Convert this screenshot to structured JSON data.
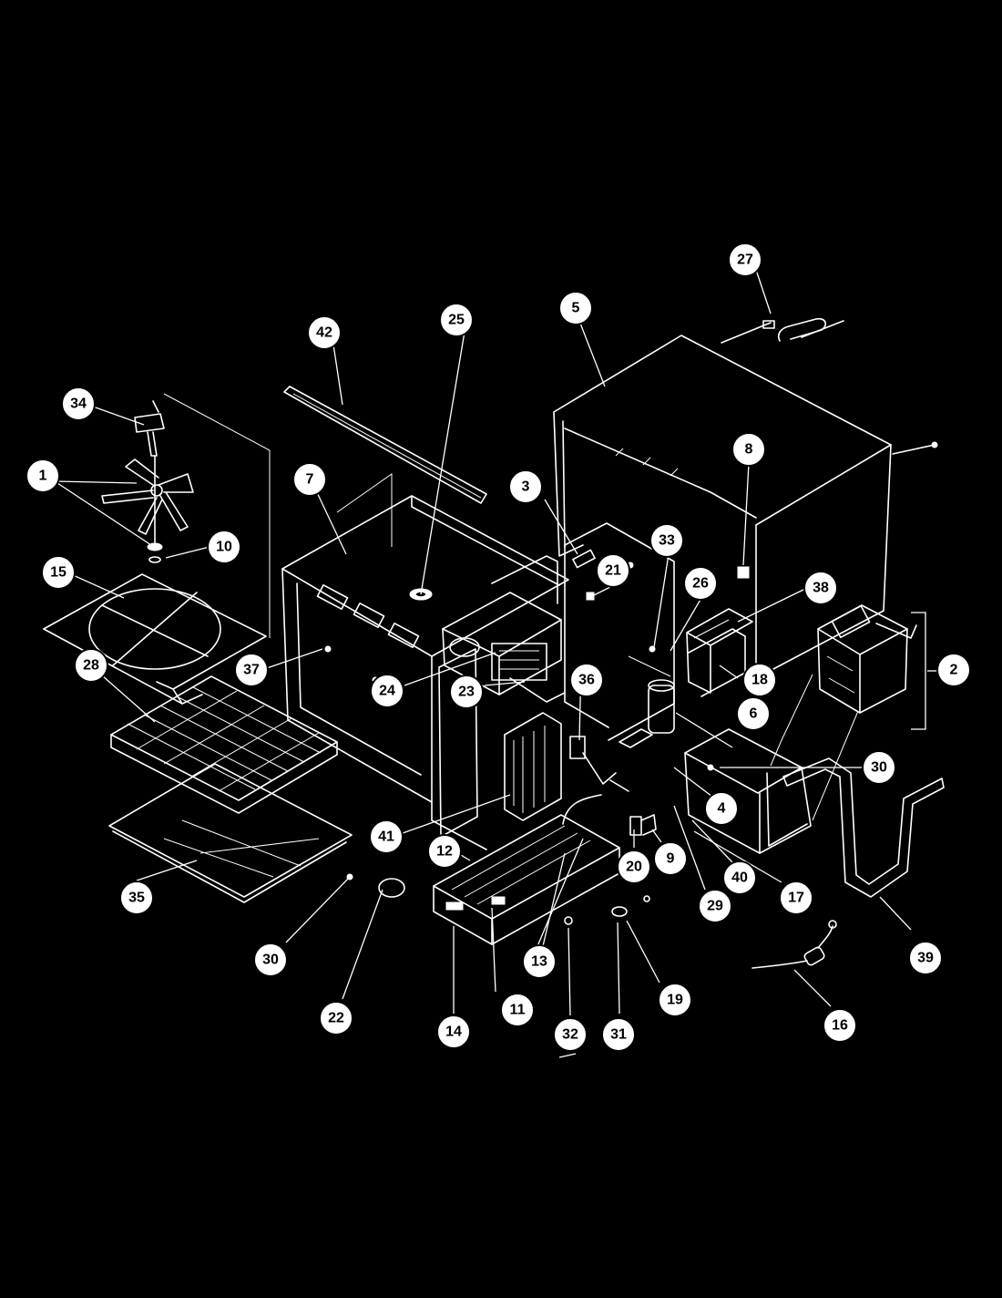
{
  "diagram": {
    "colors": {
      "background": "#000000",
      "linework": "#ffffff",
      "callout_fill": "#ffffff",
      "callout_text": "#000000"
    },
    "callouts": [
      "1",
      "2",
      "3",
      "4",
      "5",
      "6",
      "7",
      "8",
      "9",
      "10",
      "11",
      "12",
      "13",
      "14",
      "15",
      "16",
      "17",
      "18",
      "19",
      "20",
      "21",
      "22",
      "23",
      "24",
      "25",
      "26",
      "27",
      "28",
      "29",
      "30",
      "30",
      "31",
      "32",
      "33",
      "34",
      "35",
      "36",
      "37",
      "38",
      "39",
      "40",
      "41",
      "42"
    ]
  }
}
